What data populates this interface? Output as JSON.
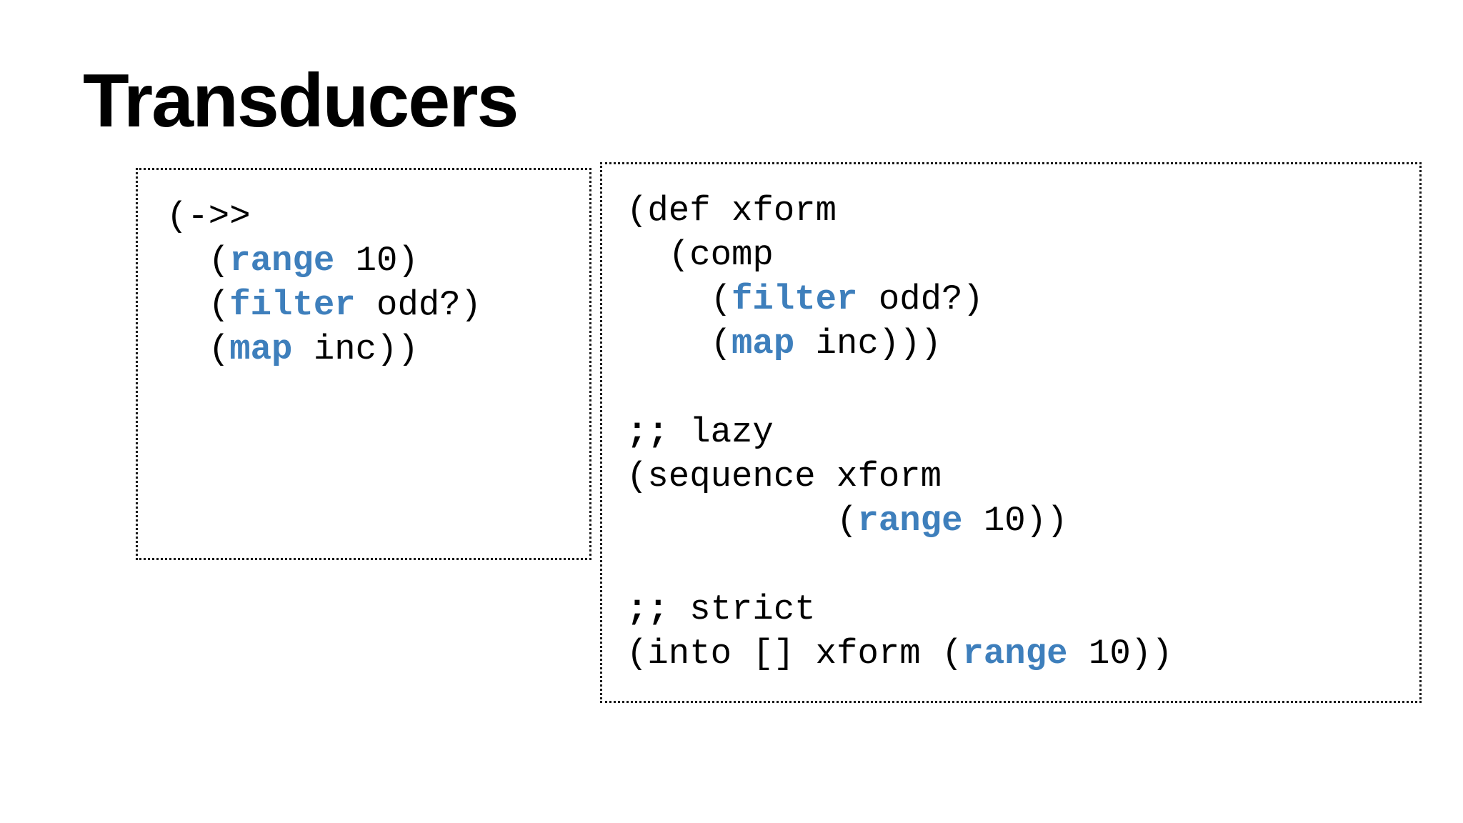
{
  "slide": {
    "title": "Transducers",
    "background_color": "#ffffff",
    "text_color": "#000000",
    "keyword_color": "#3e7fbc",
    "border_color": "#1b1b1b"
  },
  "code_blocks": [
    {
      "name": "thread-last-example",
      "lines": [
        [
          {
            "text": "(->>",
            "style": "plain"
          }
        ],
        [
          {
            "text": "  (",
            "style": "plain"
          },
          {
            "text": "range",
            "style": "keyword"
          },
          {
            "text": " 10)",
            "style": "plain"
          }
        ],
        [
          {
            "text": "  (",
            "style": "plain"
          },
          {
            "text": "filter",
            "style": "keyword"
          },
          {
            "text": " odd?)",
            "style": "plain"
          }
        ],
        [
          {
            "text": "  (",
            "style": "plain"
          },
          {
            "text": "map",
            "style": "keyword"
          },
          {
            "text": " inc))",
            "style": "plain"
          }
        ]
      ]
    },
    {
      "name": "xform-example",
      "lines": [
        [
          {
            "text": "(def xform",
            "style": "plain"
          }
        ],
        [
          {
            "text": "  (comp",
            "style": "plain"
          }
        ],
        [
          {
            "text": "    (",
            "style": "plain"
          },
          {
            "text": "filter",
            "style": "keyword"
          },
          {
            "text": " odd?)",
            "style": "plain"
          }
        ],
        [
          {
            "text": "    (",
            "style": "plain"
          },
          {
            "text": "map",
            "style": "keyword"
          },
          {
            "text": " inc)))",
            "style": "plain"
          }
        ],
        [],
        [
          {
            "text": ";;",
            "style": "comment-marker"
          },
          {
            "text": " lazy",
            "style": "plain"
          }
        ],
        [
          {
            "text": "(sequence xform",
            "style": "plain"
          }
        ],
        [
          {
            "text": "          (",
            "style": "plain"
          },
          {
            "text": "range",
            "style": "keyword"
          },
          {
            "text": " 10))",
            "style": "plain"
          }
        ],
        [],
        [
          {
            "text": ";;",
            "style": "comment-marker"
          },
          {
            "text": " strict",
            "style": "plain"
          }
        ],
        [
          {
            "text": "(into [] xform (",
            "style": "plain"
          },
          {
            "text": "range",
            "style": "keyword"
          },
          {
            "text": " 10))",
            "style": "plain"
          }
        ]
      ]
    }
  ]
}
